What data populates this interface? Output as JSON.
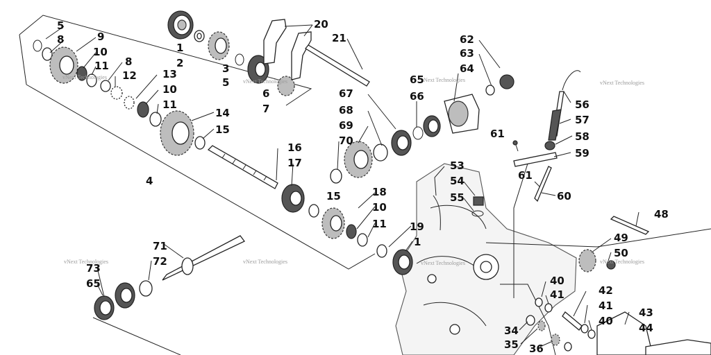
{
  "callouts": [
    {
      "id": "c5a",
      "text": "5"
    },
    {
      "id": "c8a",
      "text": "8"
    },
    {
      "id": "c9",
      "text": "9"
    },
    {
      "id": "c10a",
      "text": "10"
    },
    {
      "id": "c11a",
      "text": "11"
    },
    {
      "id": "c8b",
      "text": "8"
    },
    {
      "id": "c12",
      "text": "12"
    },
    {
      "id": "c13",
      "text": "13"
    },
    {
      "id": "c10b",
      "text": "10"
    },
    {
      "id": "c11b",
      "text": "11"
    },
    {
      "id": "c14",
      "text": "14"
    },
    {
      "id": "c15a",
      "text": "15"
    },
    {
      "id": "c1a",
      "text": "1"
    },
    {
      "id": "c2",
      "text": "2"
    },
    {
      "id": "c3",
      "text": "3"
    },
    {
      "id": "c5b",
      "text": "5"
    },
    {
      "id": "c6",
      "text": "6"
    },
    {
      "id": "c7",
      "text": "7"
    },
    {
      "id": "c20",
      "text": "20"
    },
    {
      "id": "c21",
      "text": "21"
    },
    {
      "id": "c4",
      "text": "4"
    },
    {
      "id": "c16",
      "text": "16"
    },
    {
      "id": "c17",
      "text": "17"
    },
    {
      "id": "c15b",
      "text": "15"
    },
    {
      "id": "c18",
      "text": "18"
    },
    {
      "id": "c10c",
      "text": "10"
    },
    {
      "id": "c11c",
      "text": "11"
    },
    {
      "id": "c19",
      "text": "19"
    },
    {
      "id": "c1b",
      "text": "1"
    },
    {
      "id": "c67",
      "text": "67"
    },
    {
      "id": "c68",
      "text": "68"
    },
    {
      "id": "c69",
      "text": "69"
    },
    {
      "id": "c70",
      "text": "70"
    },
    {
      "id": "c65a",
      "text": "65"
    },
    {
      "id": "c66",
      "text": "66"
    },
    {
      "id": "c64",
      "text": "64"
    },
    {
      "id": "c62",
      "text": "62"
    },
    {
      "id": "c63",
      "text": "63"
    },
    {
      "id": "c56",
      "text": "56"
    },
    {
      "id": "c57",
      "text": "57"
    },
    {
      "id": "c58",
      "text": "58"
    },
    {
      "id": "c59",
      "text": "59"
    },
    {
      "id": "c61a",
      "text": "61"
    },
    {
      "id": "c61b",
      "text": "61"
    },
    {
      "id": "c60",
      "text": "60"
    },
    {
      "id": "c53",
      "text": "53"
    },
    {
      "id": "c54",
      "text": "54"
    },
    {
      "id": "c55",
      "text": "55"
    },
    {
      "id": "c48",
      "text": "48"
    },
    {
      "id": "c49",
      "text": "49"
    },
    {
      "id": "c50",
      "text": "50"
    },
    {
      "id": "c71",
      "text": "71"
    },
    {
      "id": "c72",
      "text": "72"
    },
    {
      "id": "c73",
      "text": "73"
    },
    {
      "id": "c65b",
      "text": "65"
    },
    {
      "id": "c40a",
      "text": "40"
    },
    {
      "id": "c41a",
      "text": "41"
    },
    {
      "id": "c42",
      "text": "42"
    },
    {
      "id": "c41b",
      "text": "41"
    },
    {
      "id": "c40b",
      "text": "40"
    },
    {
      "id": "c43",
      "text": "43"
    },
    {
      "id": "c44",
      "text": "44"
    },
    {
      "id": "c34",
      "text": "34"
    },
    {
      "id": "c35",
      "text": "35"
    },
    {
      "id": "c36",
      "text": "36"
    }
  ],
  "watermark": "vNext Technologies"
}
